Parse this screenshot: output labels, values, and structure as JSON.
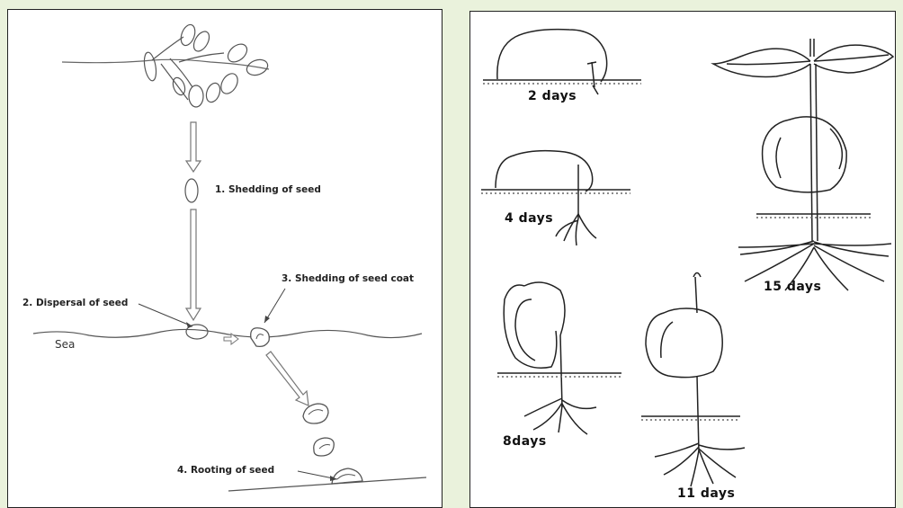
{
  "left_panel": {
    "steps": [
      {
        "label": "1. Shedding of seed"
      },
      {
        "label": "2. Dispersal of seed"
      },
      {
        "label": "3. Shedding of seed coat"
      },
      {
        "label": "4. Rooting of seed"
      }
    ],
    "sea_label": "Sea"
  },
  "right_panel": {
    "stages": [
      {
        "label": "2 days"
      },
      {
        "label": "4 days"
      },
      {
        "label": "8days"
      },
      {
        "label": "11 days"
      },
      {
        "label": "15 days"
      }
    ]
  }
}
